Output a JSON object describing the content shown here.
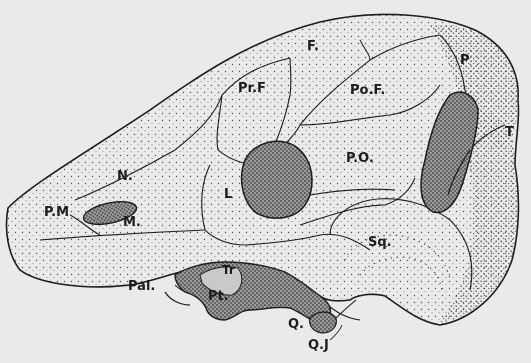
{
  "labels": {
    "F": "F.",
    "PrF": "Pr.F",
    "PoF": "Po.F.",
    "P": "P",
    "T": "T",
    "N": "N.",
    "PM": "P.M",
    "M": "M.",
    "L": "L",
    "PO": "P.O.",
    "Sq": "Sq.",
    "Tr": "Tr",
    "Pal": "Pal.",
    "Pt": "Pt.",
    "Q": "Q.",
    "QJ": "Q.J"
  },
  "colors": {
    "background": "#e9ebe8",
    "ink": "#1d1d1d",
    "stipple": "#3a3a3a",
    "dense_fill": "#4a4a4a"
  }
}
